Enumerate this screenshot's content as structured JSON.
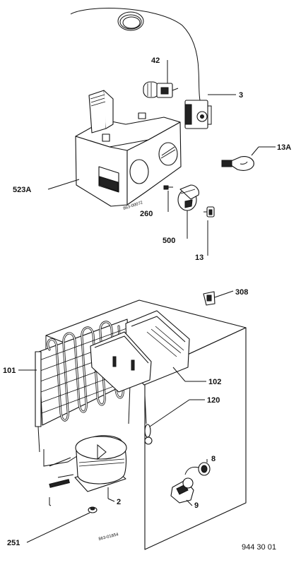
{
  "labels": {
    "l42": "42",
    "l3": "3",
    "l13a": "13A",
    "l523a": "523A",
    "l260": "260",
    "l500": "500",
    "l13": "13",
    "l308": "308",
    "l101": "101",
    "l102": "102",
    "l120": "120",
    "l8": "8",
    "l2": "2",
    "l9": "9",
    "l251": "251"
  },
  "stamps": {
    "top": "863-00072",
    "bottom": "863-01854"
  },
  "reference_number": "944 30 01"
}
